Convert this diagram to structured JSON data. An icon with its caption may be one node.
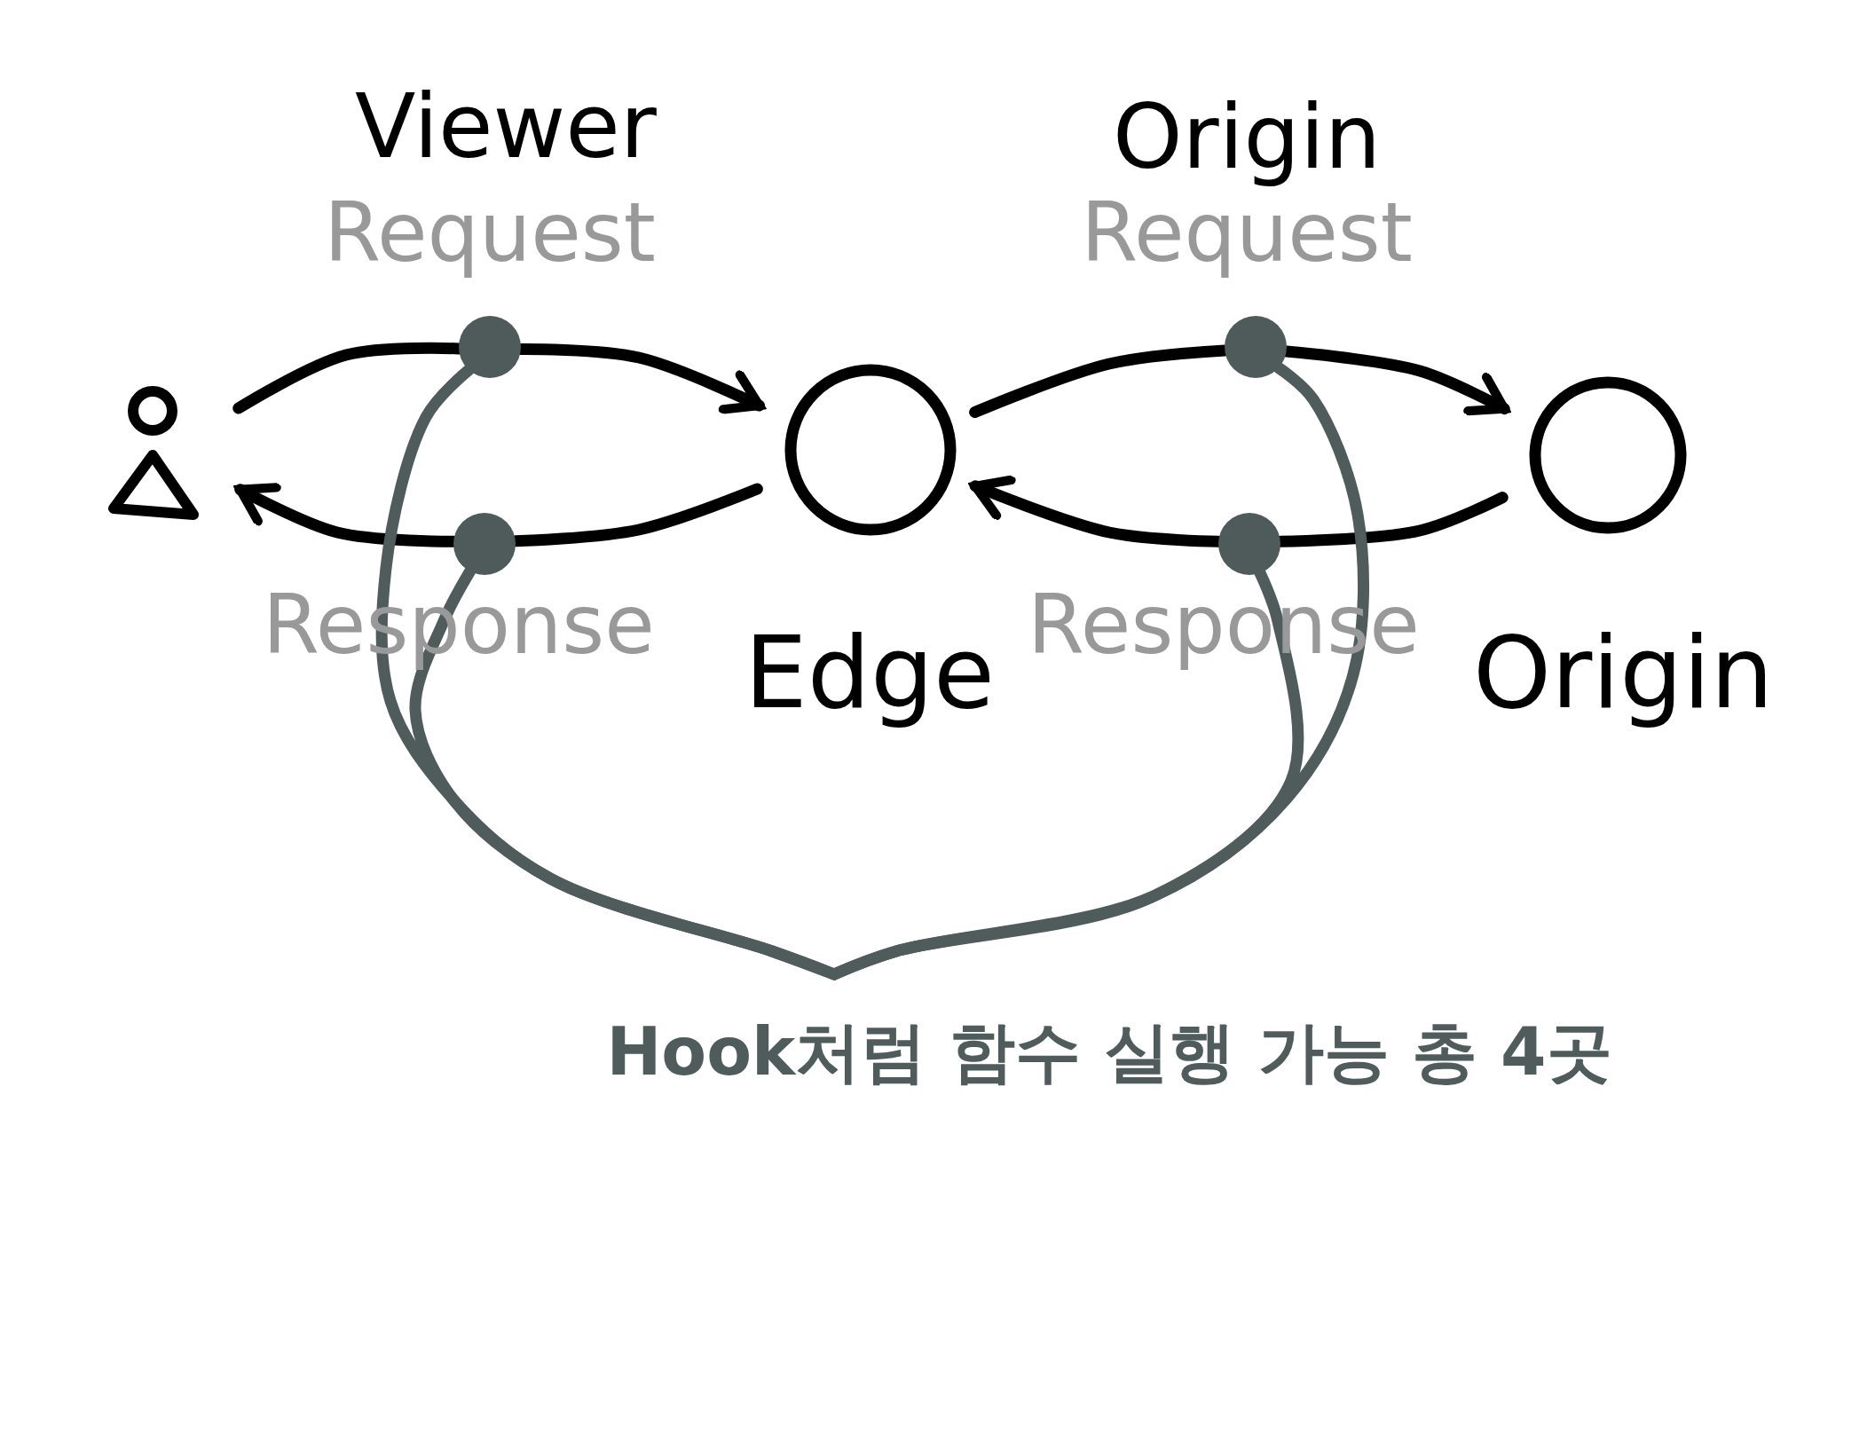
{
  "diagram": {
    "nodes": [
      {
        "text": [],
        "shape": "person"
      },
      {
        "text": [
          "Edge"
        ]
      },
      {
        "text": [
          "Origin"
        ]
      },
      {
        "text": [],
        "shape": "circle",
        "beside": [
          "Request"
        ]
      },
      {
        "text": [],
        "shape": "circle",
        "beside": [
          "Response"
        ]
      },
      {
        "text": [],
        "shape": "circle",
        "beside": [
          "Request"
        ]
      },
      {
        "text": [],
        "shape": "circle",
        "beside": [
          "Response"
        ]
      },
      {
        "text": [
          "Hook처럼 함수 실행 가능 총 4곳"
        ]
      }
    ],
    "edges": [
      {
        "from": 0,
        "to": 3,
        "arrow": "none"
      },
      {
        "from": 3,
        "to": 1,
        "arrow": "to"
      },
      {
        "from": 1,
        "to": 4,
        "arrow": "none"
      },
      {
        "from": 4,
        "to": 0,
        "arrow": "to"
      },
      {
        "from": 1,
        "to": 5,
        "arrow": "none"
      },
      {
        "from": 5,
        "to": 2,
        "arrow": "to"
      },
      {
        "from": 2,
        "to": 6,
        "arrow": "none"
      },
      {
        "from": 6,
        "to": 1,
        "arrow": "to"
      },
      {
        "from": 3,
        "to": 7,
        "arrow": "none",
        "color": "#505c5c"
      },
      {
        "from": 4,
        "to": 7,
        "arrow": "none",
        "color": "#505c5c"
      },
      {
        "from": 5,
        "to": 7,
        "arrow": "none",
        "color": "#505c5c"
      },
      {
        "from": 6,
        "to": 7,
        "arrow": "none",
        "color": "#505c5c"
      }
    ],
    "labels": [
      "Viewer",
      "Origin"
    ]
  }
}
